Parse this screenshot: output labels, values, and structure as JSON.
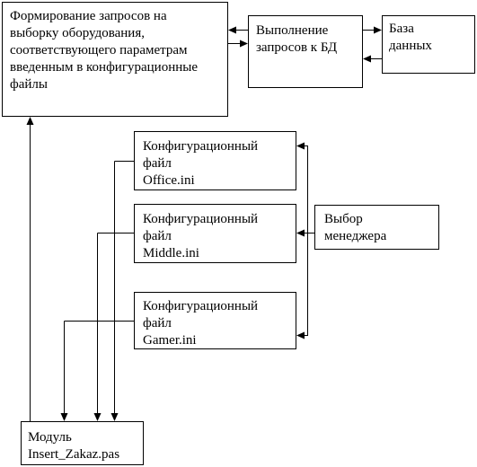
{
  "nodes": {
    "form_queries": {
      "lines": [
        "Формирование запросов на",
        "выборку оборудования,",
        "соответствующего параметрам",
        "введенным в конфигурационные",
        "файлы"
      ]
    },
    "execute_queries": {
      "lines": [
        "Выполнение",
        "запросов к БД"
      ]
    },
    "database": {
      "lines": [
        "База",
        "данных"
      ]
    },
    "config_office": {
      "lines": [
        "Конфигурационный",
        "файл",
        "Office.ini"
      ]
    },
    "config_middle": {
      "lines": [
        "Конфигурационный",
        "файл",
        "Middle.ini"
      ]
    },
    "config_gamer": {
      "lines": [
        "Конфигурационный",
        "файл",
        "Gamer.ini"
      ]
    },
    "manager_select": {
      "lines": [
        "Выбор",
        "менеджера"
      ]
    },
    "module": {
      "lines": [
        "Модуль",
        "Insert_Zakaz.pas"
      ]
    }
  }
}
